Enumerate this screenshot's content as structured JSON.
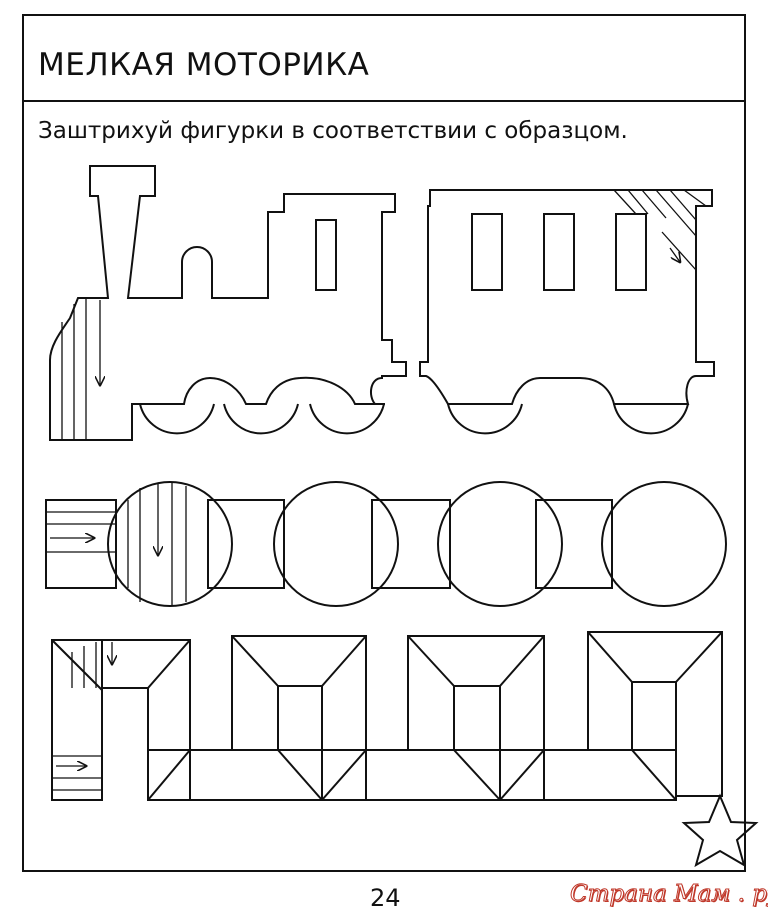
{
  "worksheet": {
    "title": "МЕЛКАЯ МОТОРИКА",
    "instruction": "Заштрихуй фигурки в соответствии с образцом.",
    "page_number": "24",
    "star_icon": "star-outline-icon"
  },
  "watermark": {
    "text": "Страна Мам . ру",
    "color": "#c0392b"
  },
  "exercises": [
    {
      "name": "train",
      "hatch": "vertical-and-diagonal"
    },
    {
      "name": "circles-and-rectangles",
      "hatch": "horizontal-and-vertical"
    },
    {
      "name": "bracket-chain",
      "hatch": "vertical-and-horizontal"
    }
  ]
}
